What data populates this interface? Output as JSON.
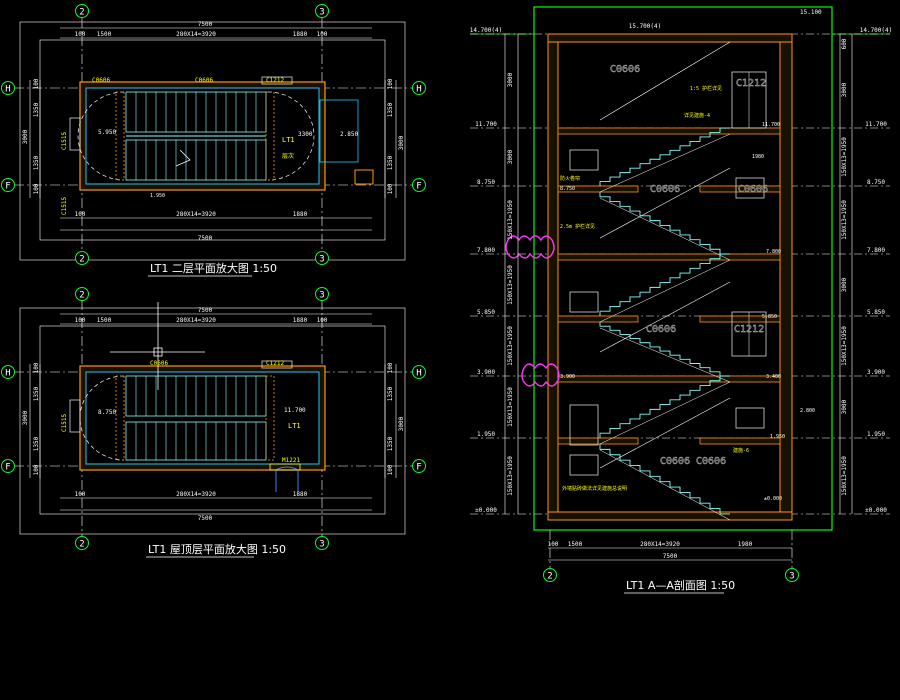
{
  "colors": {
    "background": "#000000",
    "wall_outline": "#ff9900",
    "wall_fill": "#1a1000",
    "inner_wall": "#1ec8ff",
    "stair": "#7fffff",
    "grid_line": "#ffffff",
    "grid_bubble": "#00ff33",
    "dim": "#ffffff",
    "label": "#ffff00",
    "frame": "#00ff00",
    "revision_cloud": "#ff33ff",
    "window": "#d8d8d8",
    "door": "#4b7bff"
  },
  "plan_upper": {
    "title": "LT1  二层平面放大图 1:50",
    "grid_top_left": "2",
    "grid_top_right": "3",
    "grid_bottom_left": "2",
    "grid_bottom_right": "3",
    "grid_left_top": "H",
    "grid_left_bottom": "F",
    "grid_right_top": "H",
    "grid_right_bottom": "F",
    "dim_total_top": "7500",
    "dim_top": [
      "100",
      "1500",
      "280X14=3920",
      "1880",
      "100"
    ],
    "dim_total_bottom": "7500",
    "dim_bottom": [
      "100",
      "280X14=3920",
      "1880"
    ],
    "dim_left": [
      "100",
      "1350",
      "1350",
      "100"
    ],
    "dim_left_total": "3000",
    "dim_right": [
      "100",
      "1350",
      "1350",
      "100"
    ],
    "dim_right_total": "3000",
    "windows": [
      "C0606",
      "C0606",
      "C1212",
      "C1515",
      "C1515"
    ],
    "labels": [
      "LT1",
      "3300",
      "2.850",
      "5.950",
      "层次",
      "1.950"
    ]
  },
  "plan_ground": {
    "title": "LT1  屋顶层平面放大图 1:50",
    "grid_top_left": "2",
    "grid_top_right": "3",
    "grid_bottom_left": "2",
    "grid_bottom_right": "3",
    "grid_left_top": "H",
    "grid_left_bottom": "F",
    "grid_right_top": "H",
    "grid_right_bottom": "F",
    "dim_total_top": "7500",
    "dim_top": [
      "100",
      "1500",
      "280X14=3920",
      "1880",
      "100"
    ],
    "dim_total_bottom": "7500",
    "dim_bottom": [
      "100",
      "280X14=3920",
      "1880"
    ],
    "dim_left": [
      "100",
      "1350",
      "1350",
      "100"
    ],
    "dim_left_total": "3000",
    "dim_right": [
      "100",
      "1350",
      "1350",
      "100"
    ],
    "dim_right_total": "3000",
    "windows": [
      "C0606",
      "C1212",
      "C1515",
      "M1221"
    ],
    "labels": [
      "LT1",
      "8.750",
      "11.700"
    ]
  },
  "section": {
    "title": "LT1   A—A剖面图 1:50",
    "grid_left": "2",
    "grid_right": "3",
    "levels_left": [
      "14.700(4)",
      "11.700",
      "8.750",
      "7.800",
      "5.850",
      "3.900",
      "1.950",
      "±0.000"
    ],
    "levels_right": [
      "14.700(4)",
      "11.700",
      "8.750",
      "7.800",
      "5.850",
      "3.900",
      "1.950",
      "±0.000"
    ],
    "top_level": "15.700(4)",
    "top_small": "15.100",
    "dim_bottom": [
      "100",
      "1500",
      "280X14=3920",
      "1980"
    ],
    "dim_bottom_total": "7500",
    "vdims_left": [
      "3000",
      "3000",
      "150X13=1950",
      "150X13=1950",
      "150X13=1950",
      "150X13=1950",
      "150X13=1950"
    ],
    "vdims_right": [
      "600",
      "3000",
      "150X13=1950",
      "150X13=1950",
      "3000",
      "150X13=1950",
      "3000",
      "150X13=1950"
    ],
    "windows": [
      "C0606",
      "C1212",
      "C0606",
      "C0606",
      "C1212",
      "C0606",
      "C0606",
      "C0606"
    ],
    "labels": [
      "1:5 护栏详见",
      "详见建施-4",
      "2.5m 护栏详见",
      "防火卷帘",
      "外墙贴砖做法详见建施总说明",
      "建施-6",
      "3.400",
      "2.800",
      "8.750",
      "7.800",
      "11.700",
      "5.850",
      "3.900",
      "1.950",
      "±0.000",
      "1980"
    ]
  }
}
